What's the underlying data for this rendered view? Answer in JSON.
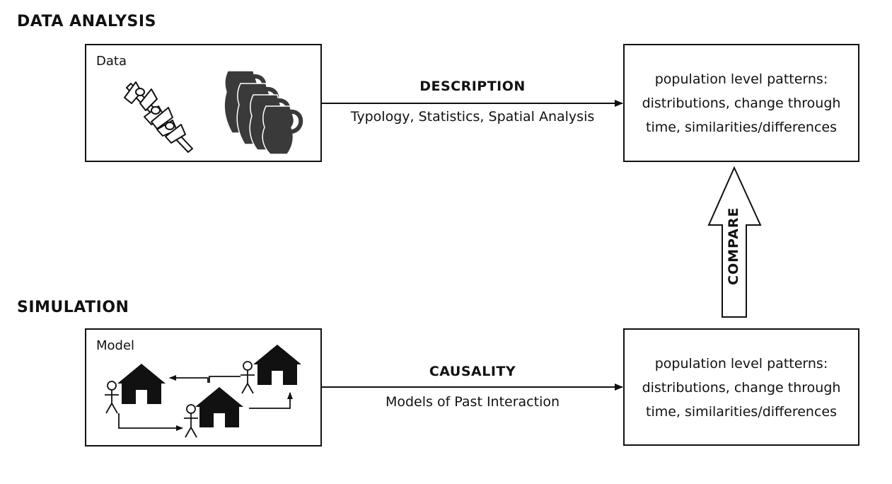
{
  "sections": {
    "data_analysis": "DATA ANALYSIS",
    "simulation": "SIMULATION"
  },
  "data_box": {
    "label": "Data",
    "icons": [
      "brooch-icon",
      "jug-stack-icon"
    ]
  },
  "model_box": {
    "label": "Model",
    "icons": [
      "house-icon",
      "stick-figure-icon",
      "flow-arrow-icon"
    ]
  },
  "description_arrow": {
    "title": "DESCRIPTION",
    "subtitle": "Typology, Statistics, Spatial Analysis"
  },
  "causality_arrow": {
    "title": "CAUSALITY",
    "subtitle": "Models of Past Interaction"
  },
  "compare_arrow": {
    "label": "COMPARE"
  },
  "patterns_top": {
    "line1": "population level patterns:",
    "line2": "distributions, change through",
    "line3": "time, similarities/differences"
  },
  "patterns_bottom": {
    "line1": "population level patterns:",
    "line2": "distributions, change through",
    "line3": "time, similarities/differences"
  },
  "colors": {
    "line": "#111111",
    "jug": "#3a3a3a",
    "house": "#111111"
  }
}
